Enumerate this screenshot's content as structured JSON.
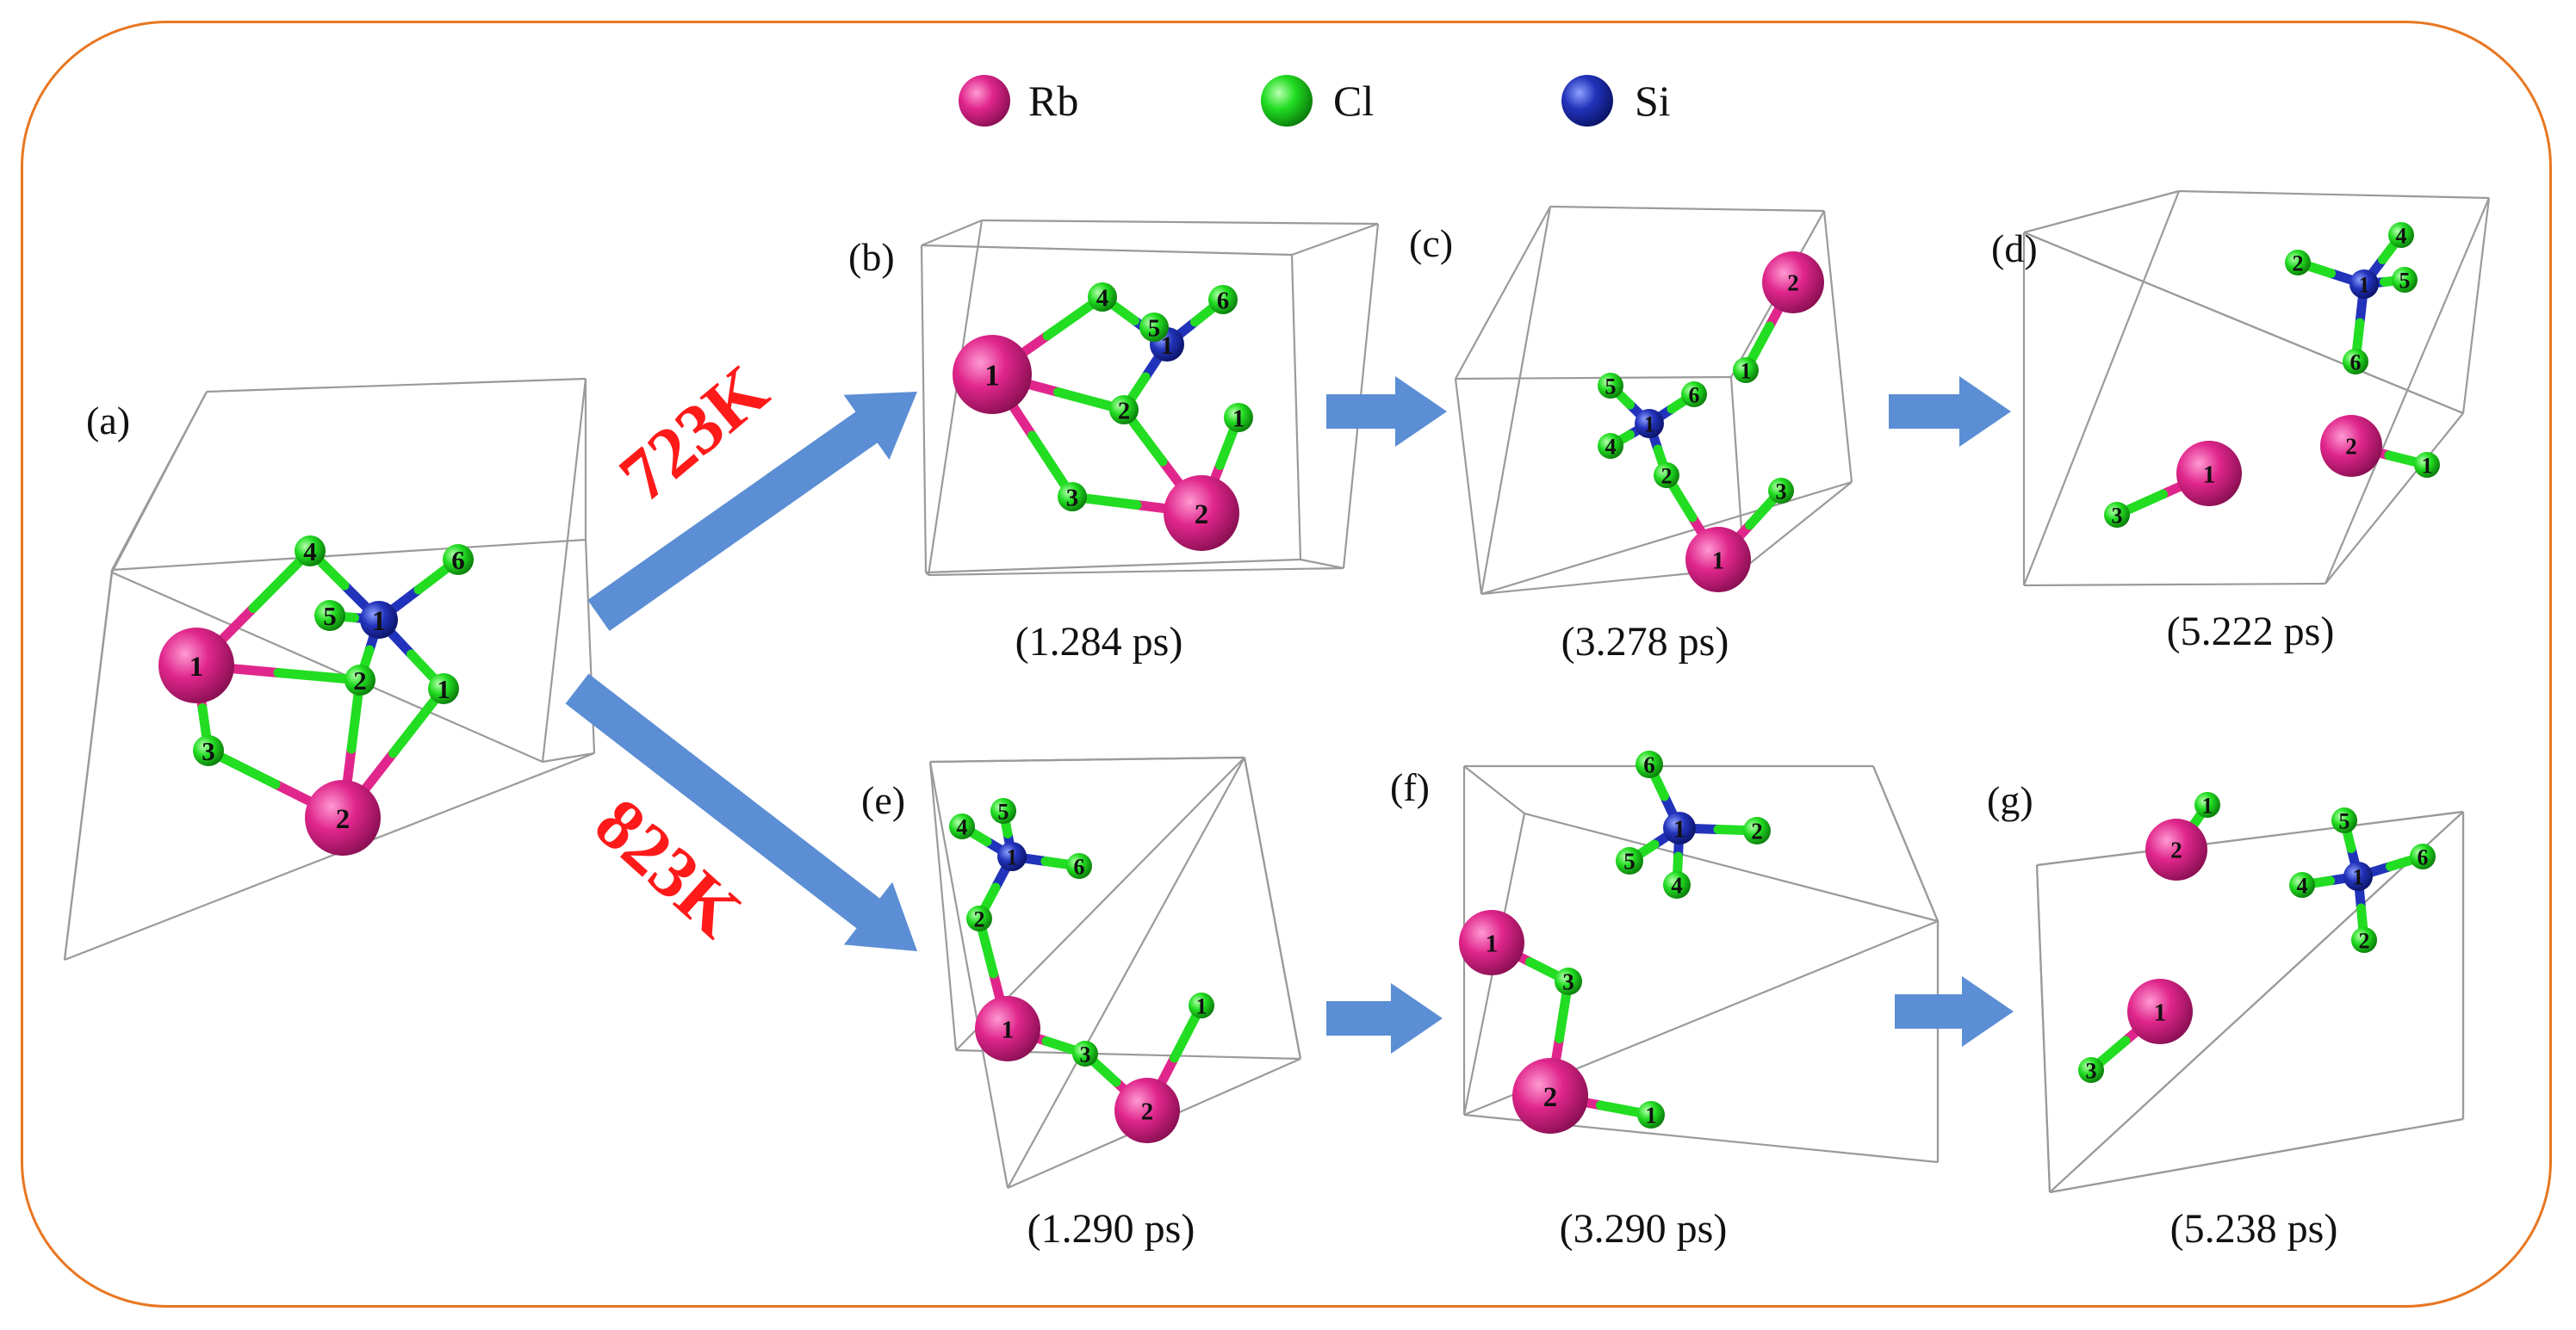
{
  "legend": [
    {
      "label": "Rb",
      "color": "#E0268C"
    },
    {
      "label": "Cl",
      "color": "#22DD22"
    },
    {
      "label": "Si",
      "color": "#2233BB"
    }
  ],
  "temperatures": {
    "upper": "723K",
    "lower": "823K"
  },
  "panels": {
    "a": {
      "label": "(a)"
    },
    "b": {
      "label": "(b)",
      "time": "(1.284 ps)"
    },
    "c": {
      "label": "(c)",
      "time": "(3.278 ps)"
    },
    "d": {
      "label": "(d)",
      "time": "(5.222 ps)"
    },
    "e": {
      "label": "(e)",
      "time": "(1.290 ps)"
    },
    "f": {
      "label": "(f)",
      "time": "(3.290 ps)"
    },
    "g": {
      "label": "(g)",
      "time": "(5.238 ps)"
    }
  },
  "colors": {
    "frame": "#E87722",
    "arrow": "#5B8ED4",
    "rb": "#E0268C",
    "cl": "#22DD22",
    "si": "#2233BB",
    "temp_text": "#FF1A1A"
  }
}
